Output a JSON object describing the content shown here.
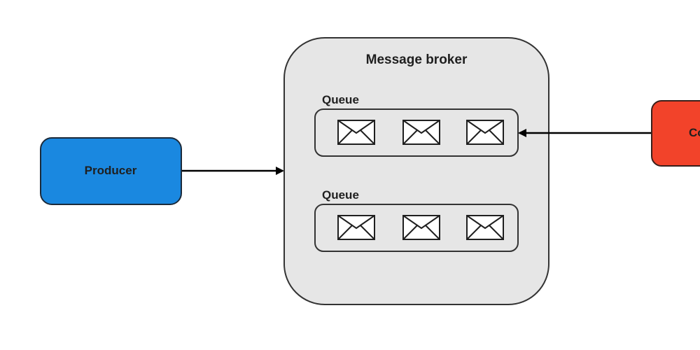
{
  "producer": {
    "label": "Producer",
    "color": "#1a88e0"
  },
  "broker": {
    "title": "Message broker",
    "color": "#e6e6e6",
    "queues": [
      {
        "label": "Queue",
        "messages": 3
      },
      {
        "label": "Queue",
        "messages": 3
      }
    ]
  },
  "consumer": {
    "label": "Consumer",
    "color": "#f2432a"
  },
  "icons": {
    "message": "envelope-icon"
  }
}
